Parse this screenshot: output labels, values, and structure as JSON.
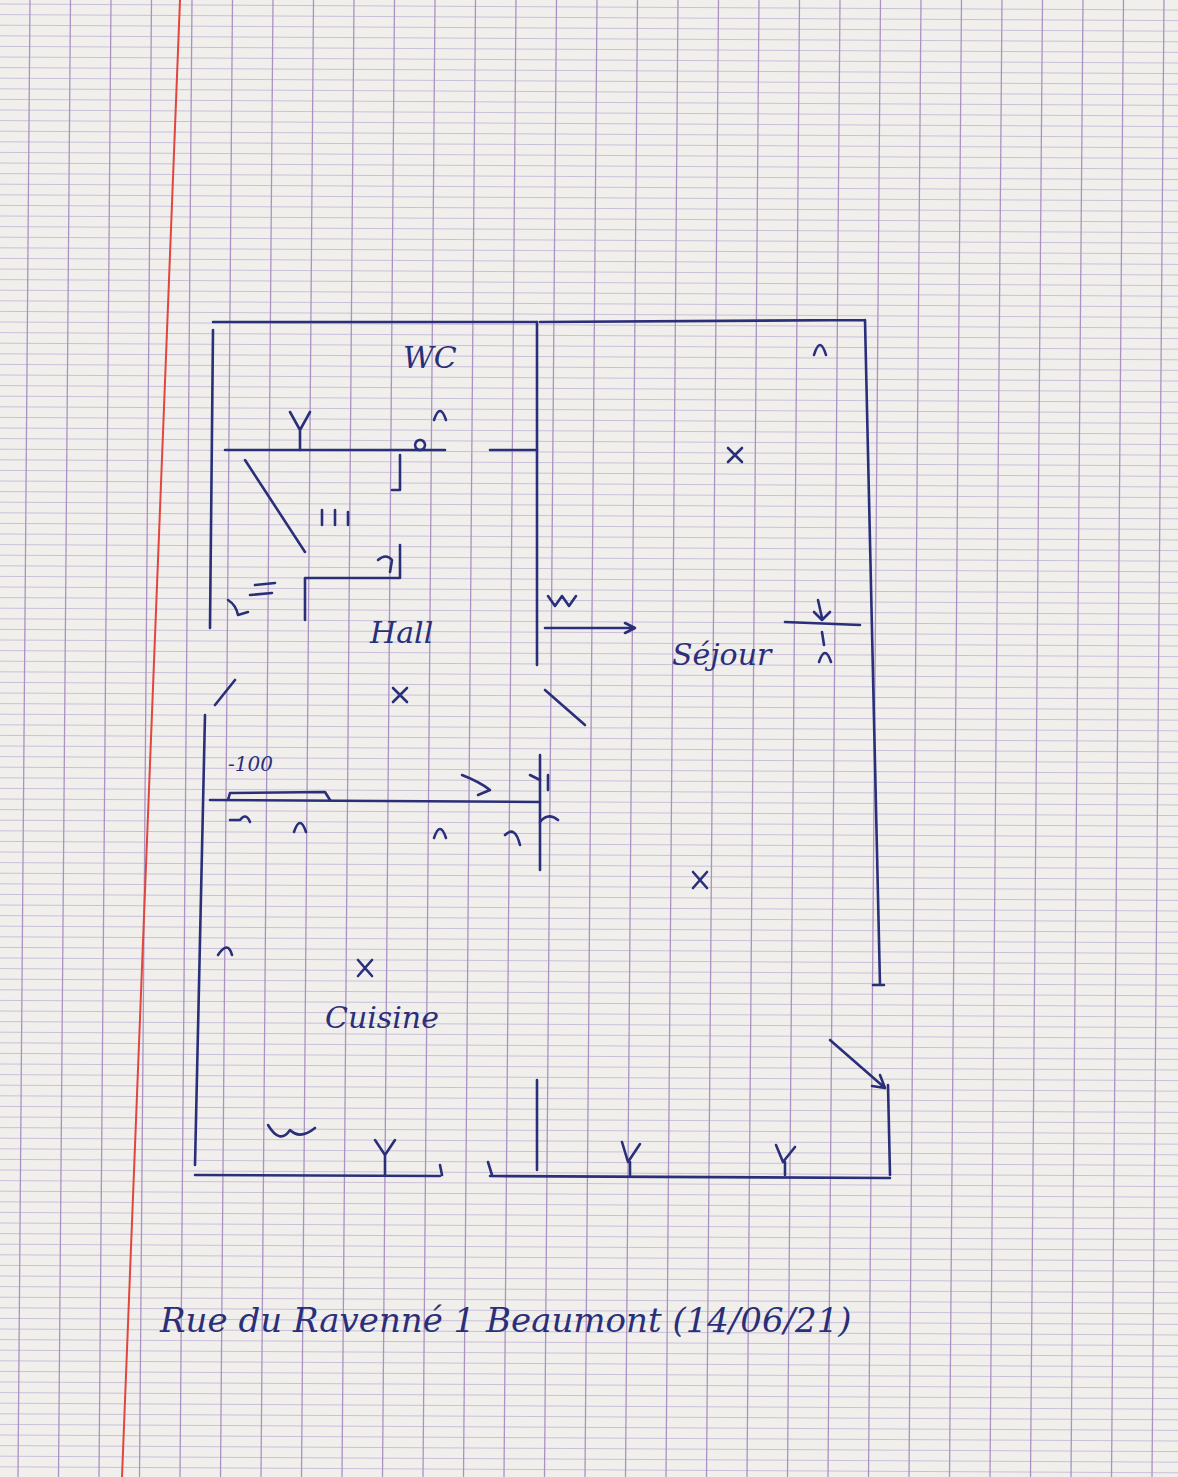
{
  "diagram": {
    "caption": "Rue du Ravenné 1 Beaumont (14/06/21)",
    "nodes": [
      {
        "text": [
          "WC"
        ]
      },
      {
        "text": [
          "Hall"
        ]
      },
      {
        "text": [
          "Séjour"
        ]
      },
      {
        "text": [
          "Cuisine"
        ]
      }
    ],
    "labels": [
      "-100"
    ]
  }
}
